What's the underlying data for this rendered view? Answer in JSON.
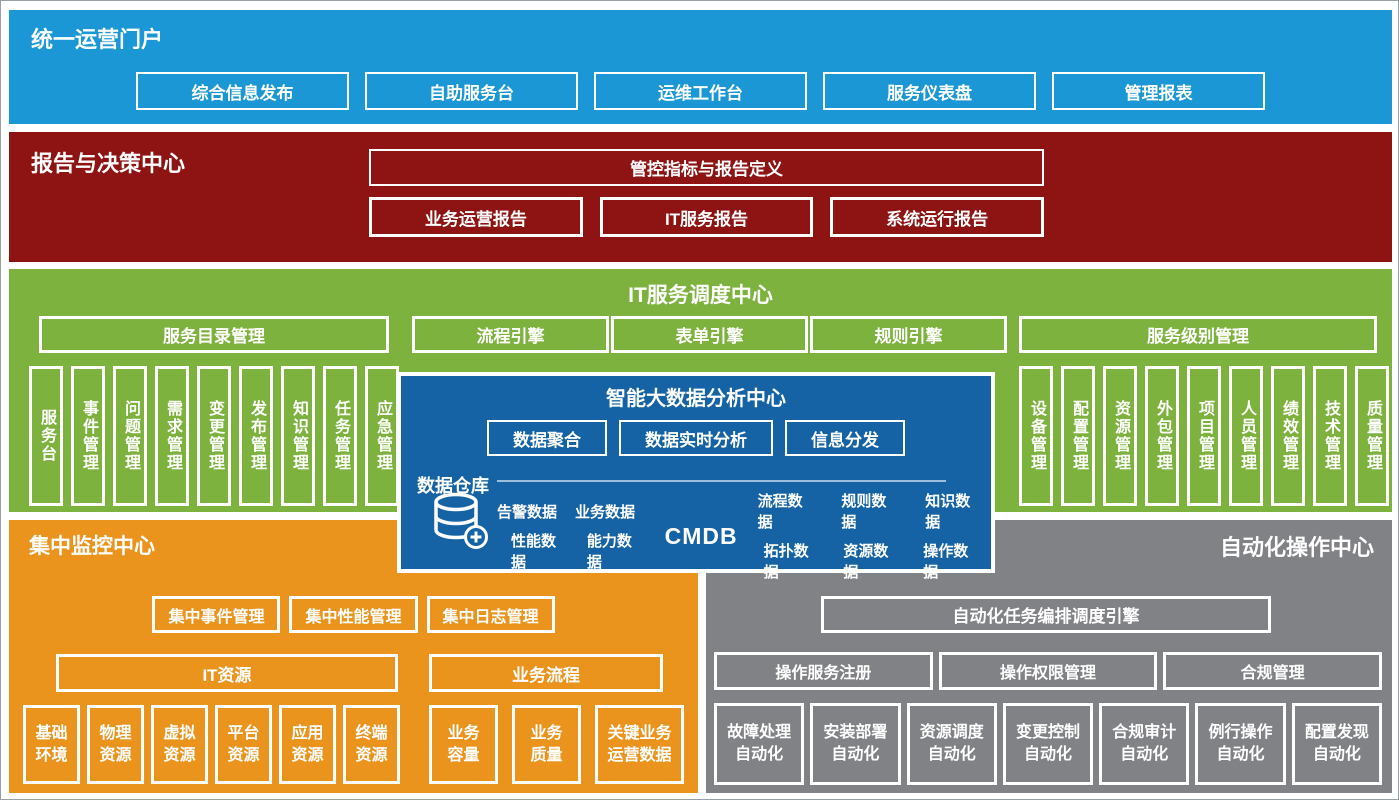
{
  "colors": {
    "portal_blue": "#1a97d4",
    "report_red": "#8d1413",
    "dispatch_green": "#7cb23d",
    "analytics_blue": "#1563a5",
    "monitoring_orange": "#ea941e",
    "automation_gray": "#818286",
    "divider_blue": "#9cc0dc",
    "border_white": "#ffffff"
  },
  "portal": {
    "title": "统一运营门户",
    "items": [
      "综合信息发布",
      "自助服务台",
      "运维工作台",
      "服务仪表盘",
      "管理报表"
    ]
  },
  "report": {
    "title": "报告与决策中心",
    "top_button": "管控指标与报告定义",
    "buttons": [
      "业务运营报告",
      "IT服务报告",
      "系统运行报告"
    ]
  },
  "dispatch": {
    "title": "IT服务调度中心",
    "catalog_header": "服务目录管理",
    "engines": [
      "流程引擎",
      "表单引擎",
      "规则引擎"
    ],
    "sla_header": "服务级别管理",
    "process_columns": [
      "服务台",
      "事件管理",
      "问题管理",
      "需求管理",
      "变更管理",
      "发布管理",
      "知识管理",
      "任务管理",
      "应急管理"
    ],
    "mgmt_columns": [
      "设备管理",
      "配置管理",
      "资源管理",
      "外包管理",
      "项目管理",
      "人员管理",
      "绩效管理",
      "技术管理",
      "质量管理"
    ]
  },
  "analytics": {
    "title": "智能大数据分析中心",
    "buttons": [
      "数据聚合",
      "数据实时分析",
      "信息分发"
    ],
    "warehouse_label": "数据仓库",
    "db_icon": "database-plus-icon",
    "cmdb": "CMDB",
    "left_rows": [
      [
        "告警数据",
        "业务数据"
      ],
      [
        "性能数据",
        "能力数据"
      ]
    ],
    "right_rows": [
      [
        "流程数据",
        "规则数据",
        "知识数据"
      ],
      [
        "拓扑数据",
        "资源数据",
        "操作数据"
      ]
    ]
  },
  "monitoring": {
    "title": "集中监控中心",
    "buttons": [
      "集中事件管理",
      "集中性能管理",
      "集中日志管理"
    ],
    "it_header": "IT资源",
    "it_items": [
      "基础\n环境",
      "物理\n资源",
      "虚拟\n资源",
      "平台\n资源",
      "应用\n资源",
      "终端\n资源"
    ],
    "biz_header": "业务流程",
    "biz_items": [
      "业务\n容量",
      "业务\n质量",
      "关键业务\n运营数据"
    ]
  },
  "automation": {
    "title": "自动化操作中心",
    "engine_button": "自动化任务编排调度引擎",
    "services": [
      "操作服务注册",
      "操作权限管理",
      "合规管理"
    ],
    "tasks": [
      "故障处理\n自动化",
      "安装部署\n自动化",
      "资源调度\n自动化",
      "变更控制\n自动化",
      "合规审计\n自动化",
      "例行操作\n自动化",
      "配置发现\n自动化"
    ]
  }
}
